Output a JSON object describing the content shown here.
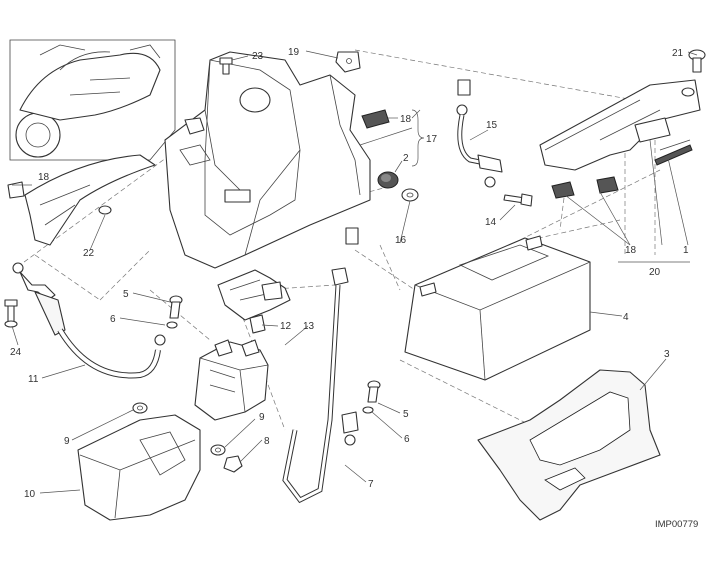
{
  "diagram": {
    "code": "IMP00779",
    "callouts": {
      "c1": "1",
      "c2": "2",
      "c3": "3",
      "c4": "4",
      "c5a": "5",
      "c5b": "5",
      "c6a": "6",
      "c6b": "6",
      "c7": "7",
      "c8": "8",
      "c9a": "9",
      "c9b": "9",
      "c10": "10",
      "c11": "11",
      "c12": "12",
      "c13": "13",
      "c14": "14",
      "c15": "15",
      "c16": "16",
      "c17": "17",
      "c18a": "18",
      "c18b": "18",
      "c18c": "18",
      "c19": "19",
      "c20": "20",
      "c21": "21",
      "c22": "22",
      "c23": "23",
      "c24": "24"
    }
  }
}
